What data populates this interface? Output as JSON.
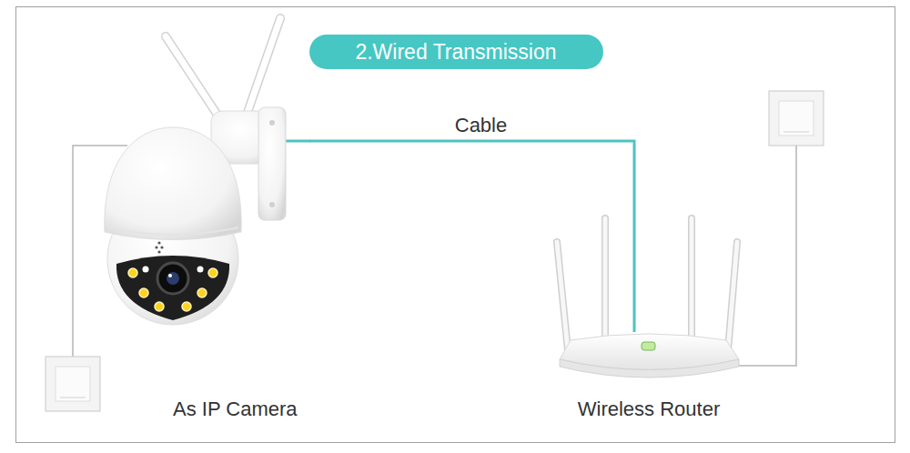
{
  "diagram": {
    "title": "2.Wired Transmission",
    "nodes": [
      {
        "text": [
          "As IP Camera"
        ]
      },
      {
        "text": [
          "Wireless Router"
        ]
      }
    ],
    "edges": [
      {
        "from": 0,
        "to": 1,
        "label": "Cable",
        "arrow": "none"
      }
    ]
  }
}
